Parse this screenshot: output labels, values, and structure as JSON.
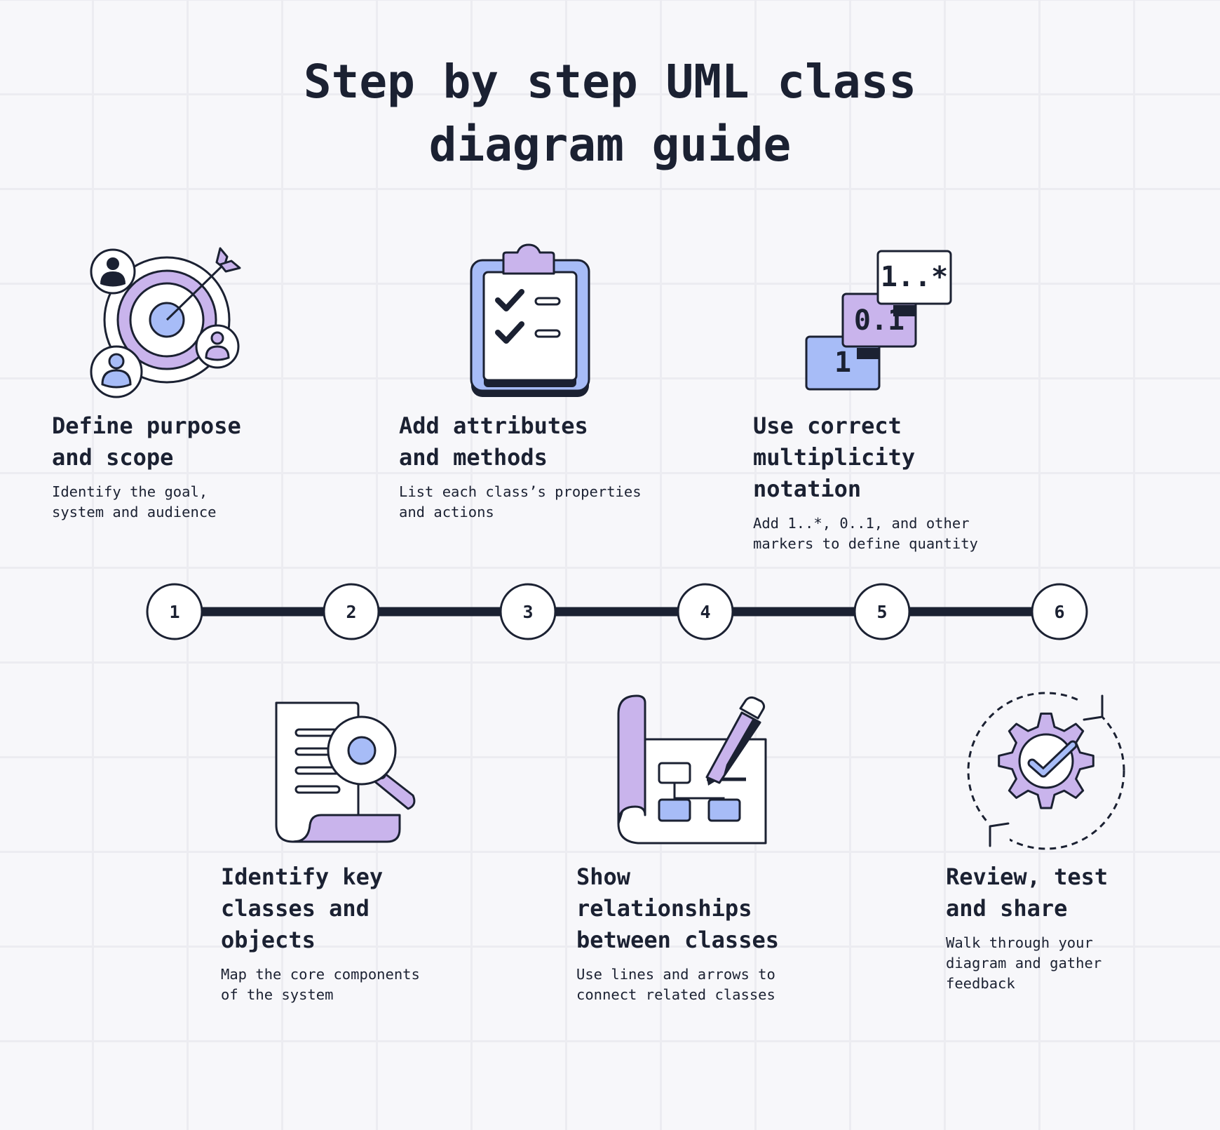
{
  "title": "Step by step UML class\ndiagram guide",
  "colors": {
    "ink": "#1b2132",
    "lavender": "#c9b4ec",
    "periwinkle": "#a7bcf7",
    "background": "#f7f7fa",
    "grid": "#ececf1"
  },
  "steps": [
    {
      "number": "1",
      "title": "Define purpose\nand scope",
      "description": "Identify the goal,\nsystem and audience",
      "icon": "target-with-users-icon"
    },
    {
      "number": "2",
      "title": "Identify key\nclasses and\nobjects",
      "description": "Map the core components\nof the system",
      "icon": "document-magnifier-icon"
    },
    {
      "number": "3",
      "title": "Add attributes\nand methods",
      "description": "List each class’s properties\nand actions",
      "icon": "clipboard-checklist-icon"
    },
    {
      "number": "4",
      "title": "Show\nrelationships\nbetween classes",
      "description": "Use lines and arrows to\nconnect related classes",
      "icon": "blueprint-pencil-icon"
    },
    {
      "number": "5",
      "title": "Use correct\nmultiplicity\nnotation",
      "description": "Add 1..*, 0..1, and other\nmarkers to define quantity",
      "icon": "multiplicity-cards-icon"
    },
    {
      "number": "6",
      "title": "Review, test\nand share",
      "description": "Walk through your\ndiagram and gather\nfeedback",
      "icon": "gear-check-cycle-icon"
    }
  ],
  "multiplicity_labels": [
    "1..*",
    "0.1",
    "1"
  ]
}
